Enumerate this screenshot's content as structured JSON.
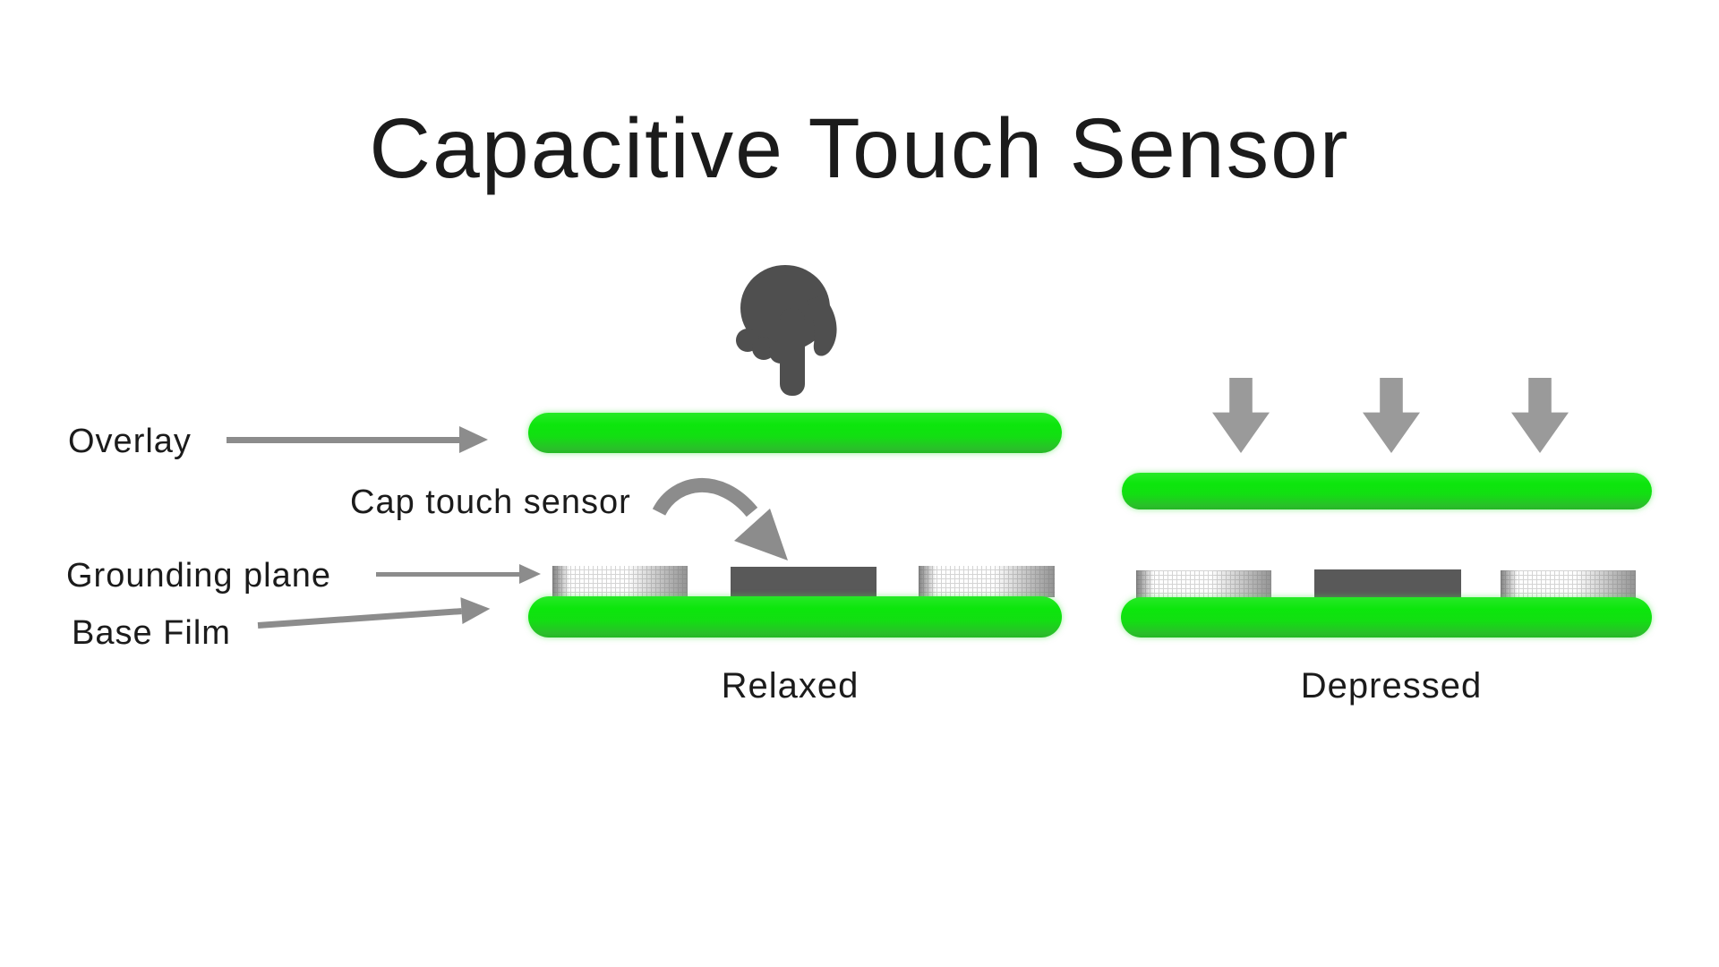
{
  "title": "Capacitive Touch Sensor",
  "callouts": {
    "overlay": "Overlay",
    "cap_touch_sensor": "Cap touch sensor",
    "grounding_plane": "Grounding plane",
    "base_film": "Base Film"
  },
  "states": {
    "relaxed": "Relaxed",
    "depressed": "Depressed"
  },
  "icons": {
    "press_finger": "finger-press-icon",
    "force_arrows": "down-arrow-icon",
    "callout_arrows": "right-arrow-icon",
    "curved_arrow": "curved-arrow-icon"
  },
  "colors": {
    "film_green": "#12df12",
    "film_green_hi": "#0ce60c",
    "film_green_dark": "#2abf2a",
    "arrow_gray": "#8c8c8c",
    "force_arrow_gray": "#9a9a9a",
    "sensor_dark_gray": "#595959",
    "finger_gray": "#4f4f4f",
    "text": "#1b1b1b"
  }
}
